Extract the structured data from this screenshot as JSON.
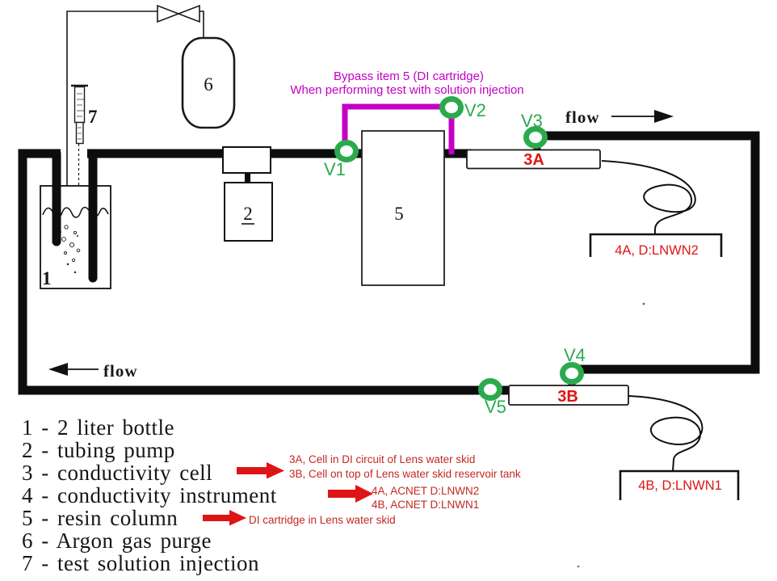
{
  "diagram": {
    "valves": {
      "v1": "V1",
      "v2": "V2",
      "v3": "V3",
      "v4": "V4",
      "v5": "V5"
    },
    "flow": {
      "top": "flow",
      "bottom": "flow"
    },
    "bypass": {
      "line1": "Bypass item 5 (DI cartridge)",
      "line2": "When performing test with solution injection"
    },
    "components": {
      "bottle": "1",
      "pump": "2",
      "cell_a": "3A",
      "cell_b": "3B",
      "resin": "5",
      "argon": "6",
      "syringe": "7"
    },
    "instruments": {
      "a": "4A, D:LNWN2",
      "b": "4B, D:LNWN1"
    },
    "notes": {
      "cell_line1": "3A, Cell in DI circuit of Lens water skid",
      "cell_line2": "3B, Cell on top of Lens water skid reservoir tank",
      "instrument_line1": "4A, ACNET D:LNWN2",
      "instrument_line2": "4B, ACNET D:LNWN1",
      "resin": "DI cartridge in Lens water skid"
    },
    "legend": {
      "items": [
        {
          "label": "1 - 2 liter bottle"
        },
        {
          "label": "2 - tubing pump"
        },
        {
          "label": "3 - conductivity cell"
        },
        {
          "label": "4 - conductivity instrument"
        },
        {
          "label": "5 - resin column"
        },
        {
          "label": "6 - Argon gas purge"
        },
        {
          "label": "7 - test solution injection"
        }
      ]
    },
    "colors": {
      "valve_green": "#2baa4d",
      "bypass_magenta": "#c400c4",
      "label_red": "#df1515",
      "note_red": "#c22823",
      "pipe": "#0d0d0d"
    }
  }
}
